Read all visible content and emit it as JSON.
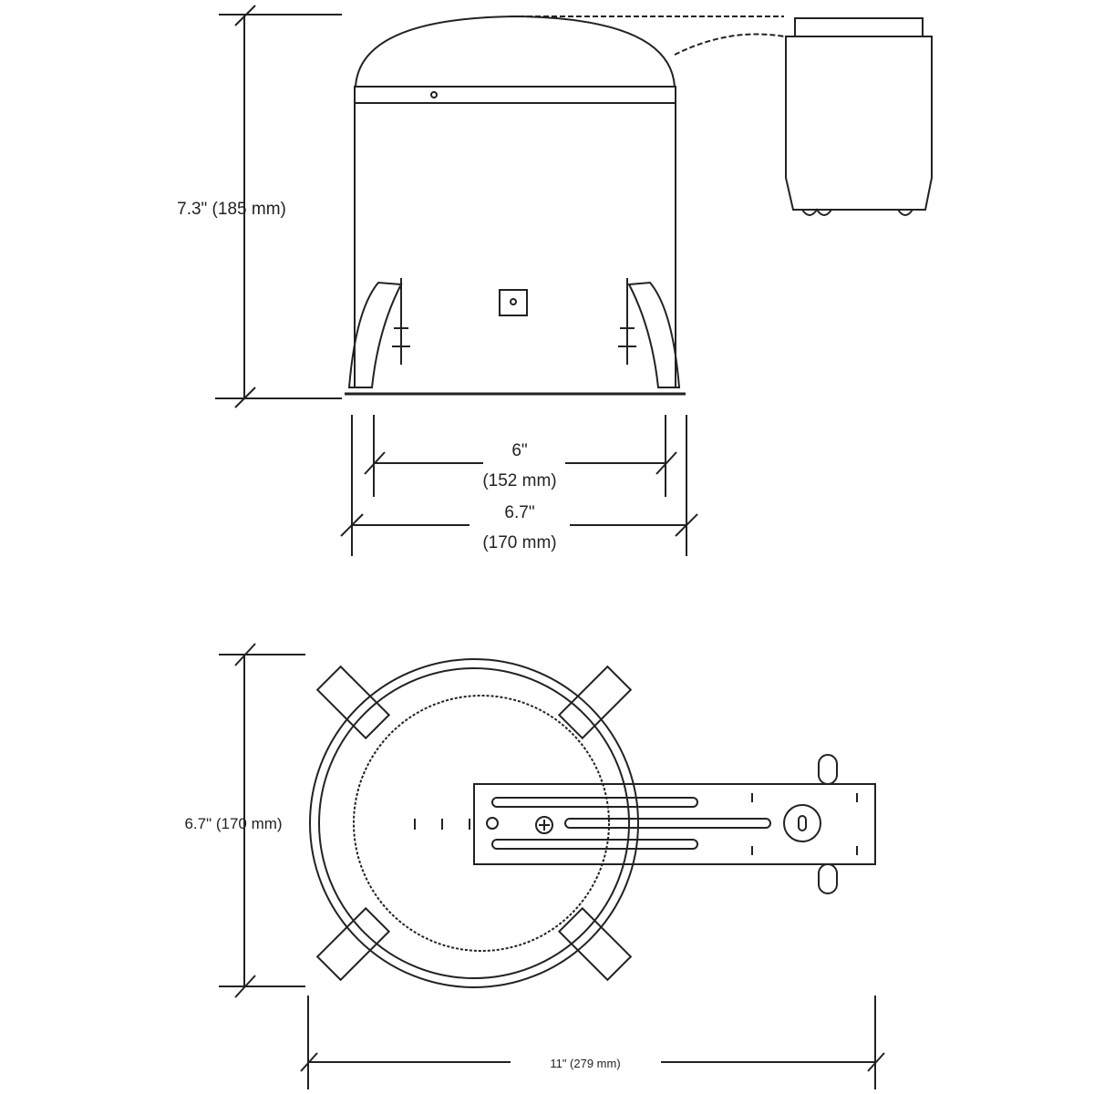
{
  "side_view": {
    "height_label": "7.3\" (185 mm)",
    "inner_width_label": "6\"",
    "inner_width_metric": "(152 mm)",
    "outer_width_label": "6.7\"",
    "outer_width_metric": "(170 mm)"
  },
  "top_view": {
    "height_label": "6.7\" (170 mm)",
    "width_label": "11\" (279 mm)"
  }
}
